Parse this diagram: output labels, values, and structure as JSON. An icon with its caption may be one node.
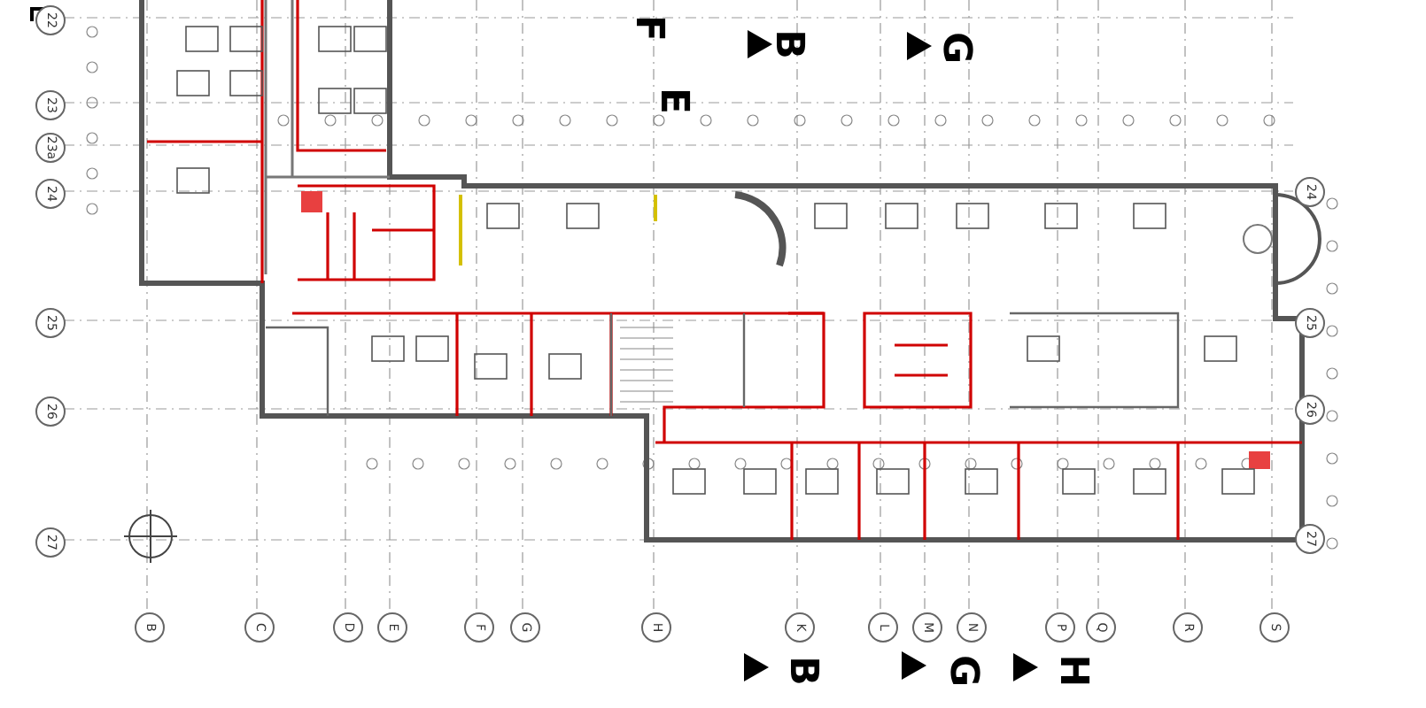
{
  "diagram": {
    "labels": [
      "F",
      "B",
      "G",
      "E",
      "22",
      "23",
      "23a",
      "24",
      "25",
      "26",
      "27",
      "24",
      "25",
      "26",
      "27",
      "B",
      "C",
      "D",
      "E",
      "F",
      "G",
      "H",
      "K",
      "L",
      "M",
      "N",
      "P",
      "Q",
      "R",
      "S",
      "B",
      "G",
      "H"
    ]
  }
}
